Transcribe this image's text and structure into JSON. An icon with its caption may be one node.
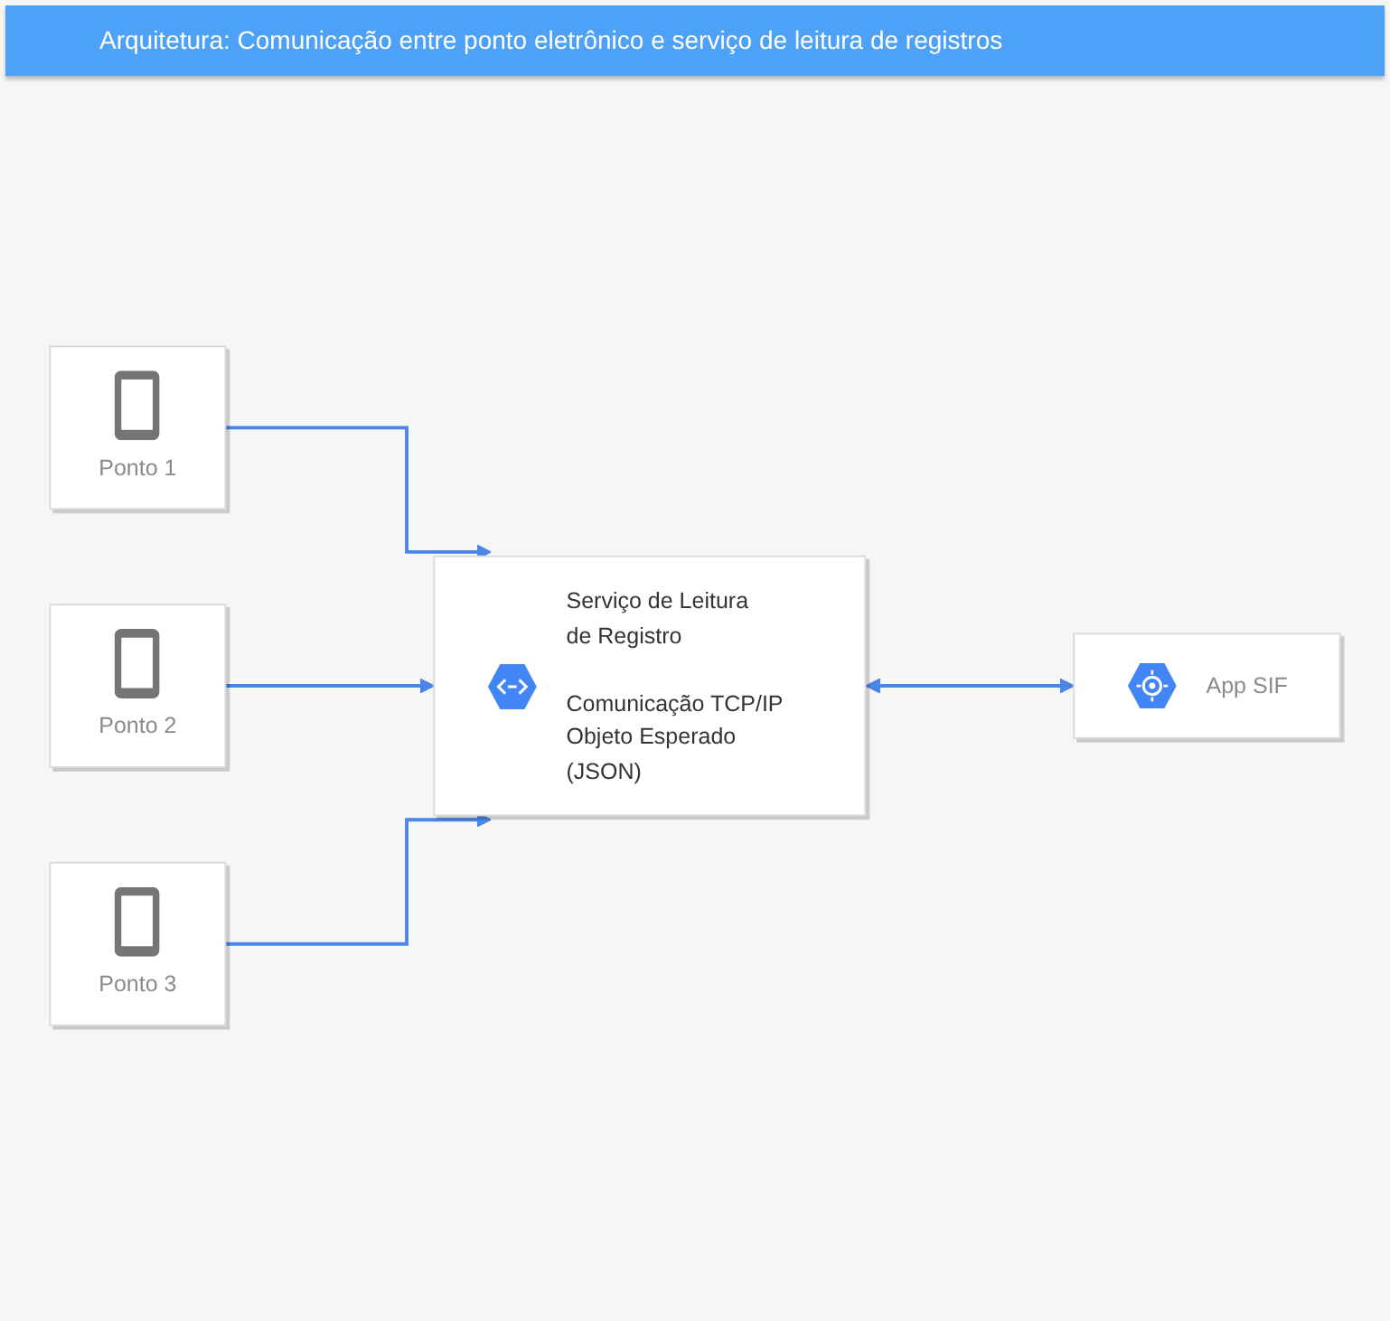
{
  "diagram": {
    "title": "Arquitetura: Comunicação entre ponto eletrônico e serviço de leitura de registros",
    "nodes": [
      {
        "text": [
          "Ponto 1"
        ]
      },
      {
        "text": [
          "Ponto 2"
        ]
      },
      {
        "text": [
          "Ponto 3"
        ]
      },
      {
        "text": [
          "Serviço de Leitura de Registro",
          "Comunicação TCP/IP Objeto Esperado (JSON)"
        ]
      },
      {
        "text": [
          "App SIF"
        ]
      }
    ],
    "edges": [
      {
        "from": 0,
        "to": 3,
        "arrow": "to"
      },
      {
        "from": 1,
        "to": 3,
        "arrow": "to"
      },
      {
        "from": 2,
        "to": 3,
        "arrow": "to"
      },
      {
        "from": 3,
        "to": 4,
        "arrow": "both"
      }
    ]
  }
}
